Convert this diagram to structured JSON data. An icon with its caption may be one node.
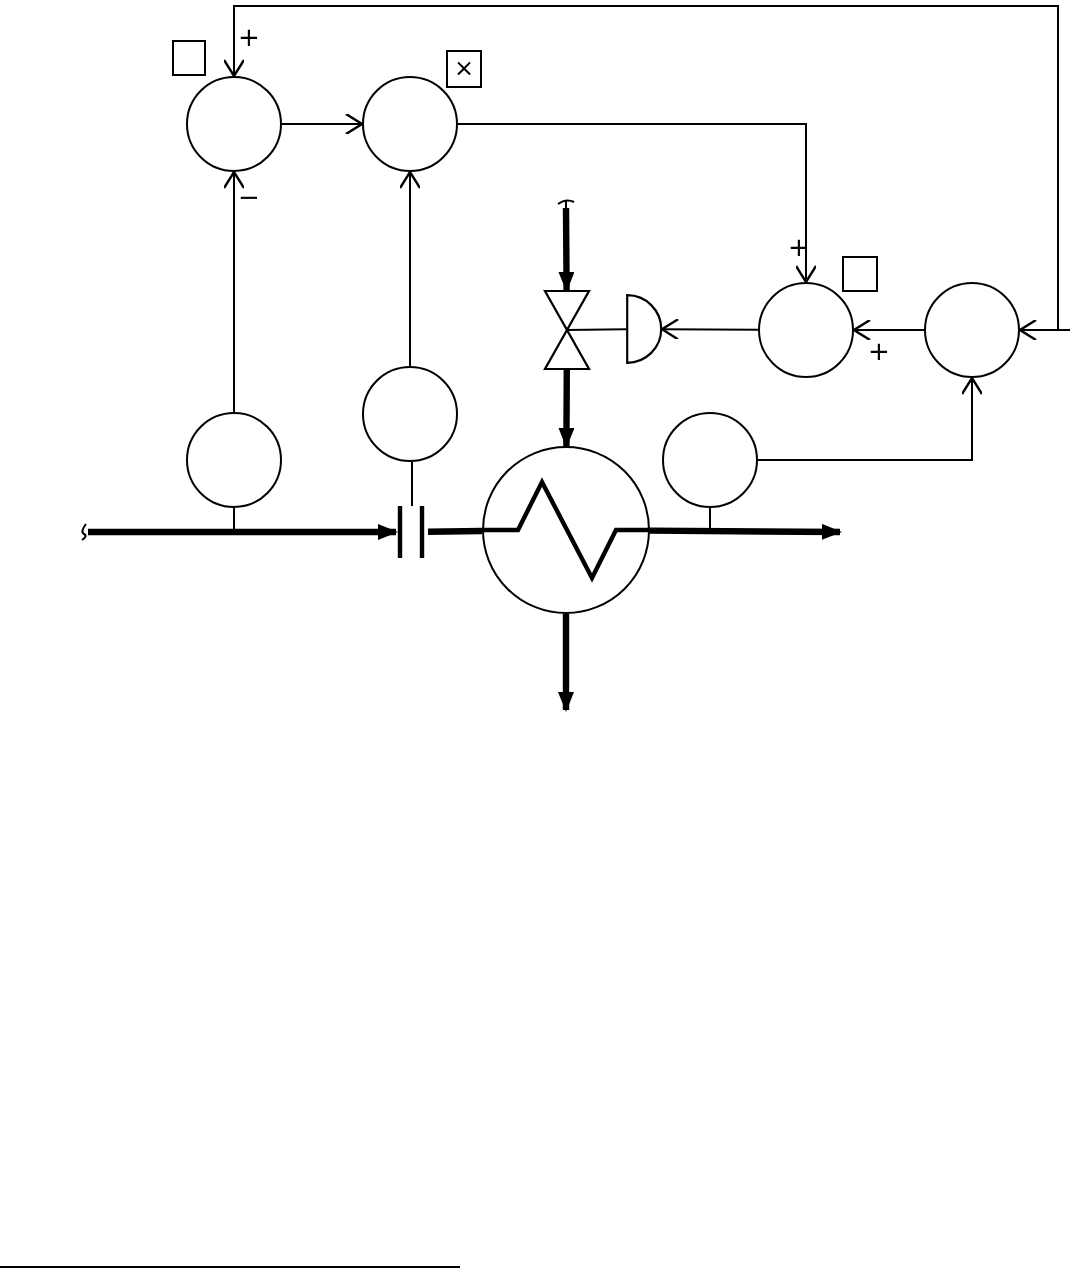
{
  "diagram": {
    "nodes": [
      {
        "text": [],
        "shape": "box"
      },
      {
        "text": [],
        "shape": "circle"
      },
      {
        "text": [],
        "shape": "circle"
      },
      {
        "text": [
          "×"
        ]
      },
      {
        "text": [],
        "shape": "box"
      },
      {
        "text": [],
        "shape": "circle"
      },
      {
        "text": [],
        "shape": "circle"
      },
      {
        "text": [],
        "shape": "valve"
      },
      {
        "text": [],
        "shape": "actuator"
      },
      {
        "text": [],
        "shape": "circle"
      },
      {
        "text": [],
        "shape": "circle"
      },
      {
        "text": [],
        "shape": "circle"
      },
      {
        "text": [],
        "shape": "exchanger"
      },
      {
        "text": [],
        "shape": "orifice"
      }
    ],
    "edges": [
      {
        "from": null,
        "to": 1,
        "arrow": "to"
      },
      {
        "from": 1,
        "to": 2,
        "arrow": "to"
      },
      {
        "from": 2,
        "to": 5,
        "arrow": "to"
      },
      {
        "from": null,
        "to": 6,
        "arrow": "to"
      },
      {
        "from": 6,
        "to": 5,
        "arrow": "to"
      },
      {
        "from": 5,
        "to": 8,
        "arrow": "to"
      },
      {
        "from": 8,
        "to": 7,
        "arrow": "none"
      },
      {
        "from": 9,
        "to": 1,
        "arrow": "to"
      },
      {
        "from": 10,
        "to": 2,
        "arrow": "to"
      },
      {
        "from": 11,
        "to": 6,
        "arrow": "to"
      },
      {
        "from": null,
        "to": 7,
        "arrow": "to",
        "style": "thick"
      },
      {
        "from": 7,
        "to": 12,
        "arrow": "to",
        "style": "thick"
      },
      {
        "from": 12,
        "to": null,
        "arrow": "to",
        "style": "thick"
      },
      {
        "from": null,
        "to": 13,
        "arrow": "to",
        "style": "thick"
      },
      {
        "from": 13,
        "to": 12,
        "arrow": "none",
        "style": "thick"
      },
      {
        "from": 12,
        "to": null,
        "arrow": "to",
        "style": "thick"
      },
      {
        "from": 9,
        "to": null,
        "arrow": "none"
      },
      {
        "from": 10,
        "to": 13,
        "arrow": "none"
      },
      {
        "from": 11,
        "to": null,
        "arrow": "none"
      }
    ],
    "labels": [
      "+",
      "−",
      "+",
      "+"
    ]
  }
}
